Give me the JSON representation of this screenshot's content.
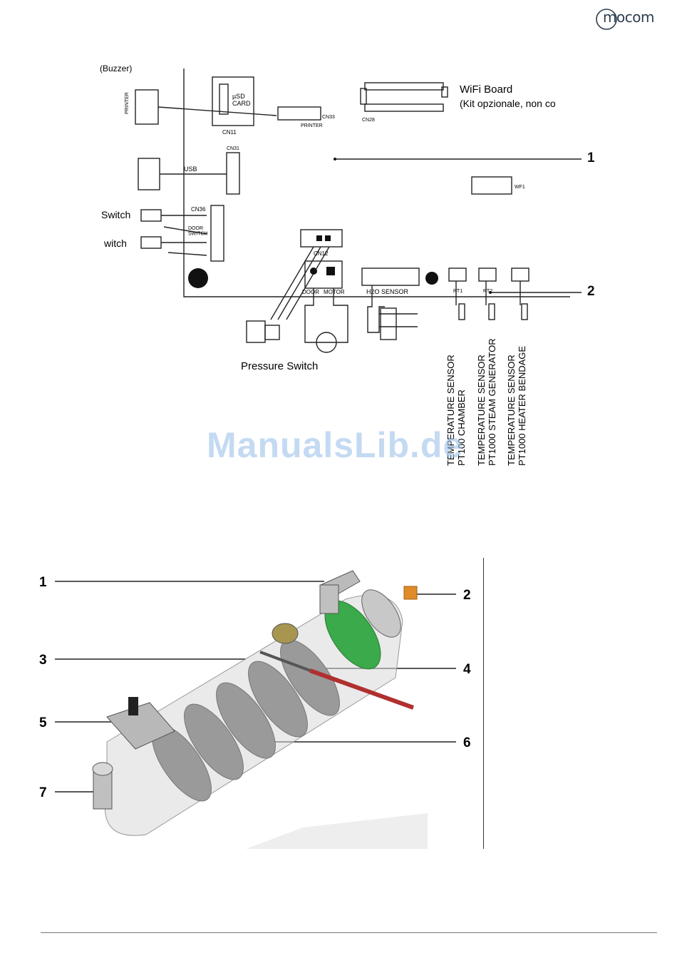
{
  "logo": {
    "text": "mocom",
    "brand_color": "#2c3e50"
  },
  "schematic": {
    "labels": {
      "left_cut": "(Buzzer)",
      "printer_box": "PRINTER",
      "usd_card": "µSD\nCARD",
      "cn11": "CN11",
      "cn33": "CN33",
      "printer_conn": "PRINTER",
      "wifi_title": "WiFi Board",
      "wifi_sub": "(Kit opzionale, non co",
      "cn28": "CN28",
      "cn31": "CN31",
      "usb": "USB",
      "wifi_conn": "WF1",
      "switch1": "Switch",
      "switch2": "witch",
      "cn36": "CN36",
      "door_switch": "DOOR\nSWITCH",
      "cn12": "CN12",
      "door": "DOOR",
      "motor": "MOTOR",
      "h2o_sensor": "H2O SENSOR",
      "pressure_switch": "Pressure Switch",
      "rt1": "RT1",
      "rt2": "RT2",
      "sensor1_line1": "TEMPERATURE SENSOR",
      "sensor1_line2": "PT100 CHAMBER",
      "sensor2_line1": "TEMPERATURE SENSOR",
      "sensor2_line2": "PT1000 STEAM GENERATOR",
      "sensor3_line1": "TEMPERATURE SENSOR",
      "sensor3_line2": "PT1000 HEATER BENDAGE"
    },
    "callouts": [
      "1",
      "2"
    ]
  },
  "watermark": "ManualsLib.de",
  "generator": {
    "callouts": [
      "1",
      "2",
      "3",
      "4",
      "5",
      "6",
      "7"
    ]
  }
}
